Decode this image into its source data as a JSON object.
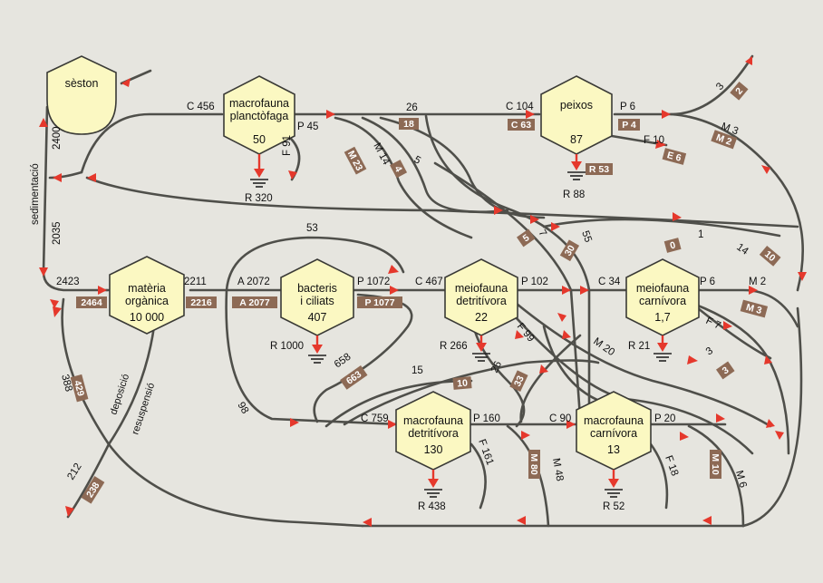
{
  "nodes": {
    "seston": {
      "name": "sèston"
    },
    "macrofauna_planctofaga": {
      "name1": "macrofauna",
      "name2": "planctòfaga",
      "value": "50",
      "resp": "R 320"
    },
    "peixos": {
      "name": "peixos",
      "value": "87",
      "resp": "R 88"
    },
    "materia_organica": {
      "name1": "matèria",
      "name2": "orgànica",
      "value": "10 000"
    },
    "bacteris": {
      "name1": "bacteris",
      "name2": "i ciliats",
      "value": "407",
      "resp": "R 1000"
    },
    "meiofauna_detritivora": {
      "name1": "meiofauna",
      "name2": "detritívora",
      "value": "22",
      "resp": "R 266"
    },
    "meiofauna_carnivora": {
      "name1": "meiofauna",
      "name2": "carnívora",
      "value": "1,7",
      "resp": "R 21"
    },
    "macrofauna_detritivora": {
      "name1": "macrofauna",
      "name2": "detritívora",
      "value": "130",
      "resp": "R 438"
    },
    "macrofauna_carnivora": {
      "name1": "macrofauna",
      "name2": "carnívora",
      "value": "13",
      "resp": "R 52"
    }
  },
  "labels": {
    "c456": "C 456",
    "p45": "P 45",
    "f91": "F 91",
    "l26": "26",
    "c104": "C 104",
    "p6a": "P 6",
    "f10": "F 10",
    "m3": "M 3",
    "l3": "3",
    "m14": "M 14",
    "l5": "5",
    "sediment": "sedimentació",
    "l2400": "2400",
    "l2035": "2035",
    "l53": "53",
    "l2423": "2423",
    "l2211": "2211",
    "a2072": "A 2072",
    "p1072": "P 1072",
    "c467": "C 467",
    "p102": "P 102",
    "c34": "C 34",
    "p6b": "P 6",
    "m2": "M 2",
    "f7": "F 7",
    "l7": "7",
    "l55": "55",
    "l1": "1",
    "l14": "14",
    "f99": "F 99",
    "m20": "M 20",
    "l3b": "3",
    "l658": "658",
    "l15": "15",
    "l26b": "26",
    "c759": "C 759",
    "p160": "P 160",
    "c90": "C 90",
    "p20": "P 20",
    "f161": "F 161",
    "m48": "M 48",
    "f18": "F 18",
    "m6": "M 6",
    "l98": "98",
    "l388": "388",
    "deposicio": "deposició",
    "resuspensio": "resuspensió",
    "l212": "212"
  },
  "badges": {
    "b18": "18",
    "bc63": "C 63",
    "bp4": "P 4",
    "bm2": "M 2",
    "be6": "E 6",
    "b53": "R 53",
    "bm23": "M 23",
    "b4": "4",
    "b2": "2",
    "b2464": "2464",
    "b2216": "2216",
    "ba2077": "A 2077",
    "bp1077": "P 1077",
    "b5": "5",
    "b30": "30",
    "b0": "0",
    "b10": "10",
    "bm3": "M 3",
    "b3": "3",
    "b663": "663",
    "b10b": "10",
    "b33": "33",
    "bm80": "M 80",
    "bm10": "M 10",
    "b429": "429",
    "b238": "238"
  }
}
